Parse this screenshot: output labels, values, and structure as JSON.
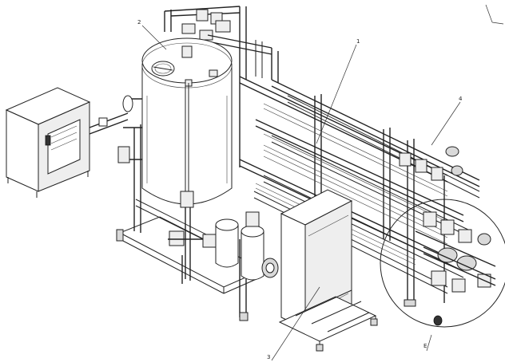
{
  "labels": {
    "tank": "2",
    "frame": "1",
    "pipe_group": "4",
    "cabinet": "3",
    "detail": "E"
  },
  "colors": {
    "line": "#222222",
    "background": "#ffffff"
  }
}
